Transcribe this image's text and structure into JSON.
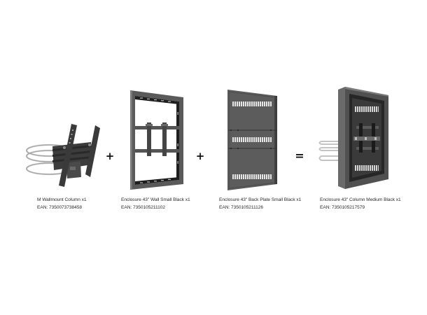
{
  "products": [
    {
      "name": "M Wallmount Column x1",
      "ean": "EAN: 7350073738458",
      "icon": "wallmount-column-bracket"
    },
    {
      "name": "Enclosure 43\" Wall Small Black x1",
      "ean": "EAN: 7350105211102",
      "icon": "enclosure-wall-frame"
    },
    {
      "name": "Enclosure 43\" Back Plate Small Black x1",
      "ean": "EAN: 7350105211126",
      "icon": "enclosure-back-plate"
    },
    {
      "name": "Enclosure 43\" Column Medium Black x1",
      "ean": "EAN: 7350105217579",
      "icon": "enclosure-column-assembled"
    }
  ],
  "operators": {
    "plus_1": "+",
    "plus_2": "+",
    "equals": "="
  },
  "colors": {
    "background": "#ffffff",
    "metal_dark": "#3a3a3a",
    "metal_mid": "#5c5c5c",
    "metal_light": "#8a8a8a",
    "steel_band": "#c8c8c8",
    "text": "#2a2a2a"
  }
}
